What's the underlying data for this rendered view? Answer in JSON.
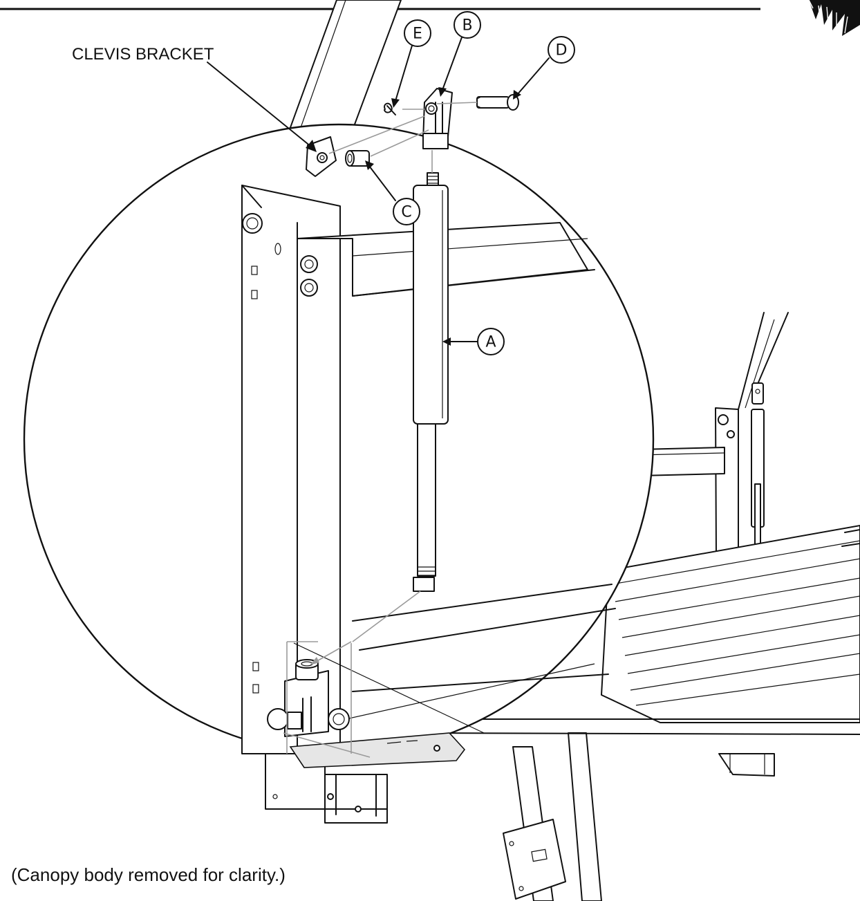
{
  "diagram": {
    "labels": {
      "clevis_bracket": "CLEVIS BRACKET",
      "caption": "(Canopy body removed for clarity.)"
    },
    "callouts": {
      "a": "A",
      "b": "B",
      "c": "C",
      "d": "D",
      "e": "E"
    }
  }
}
